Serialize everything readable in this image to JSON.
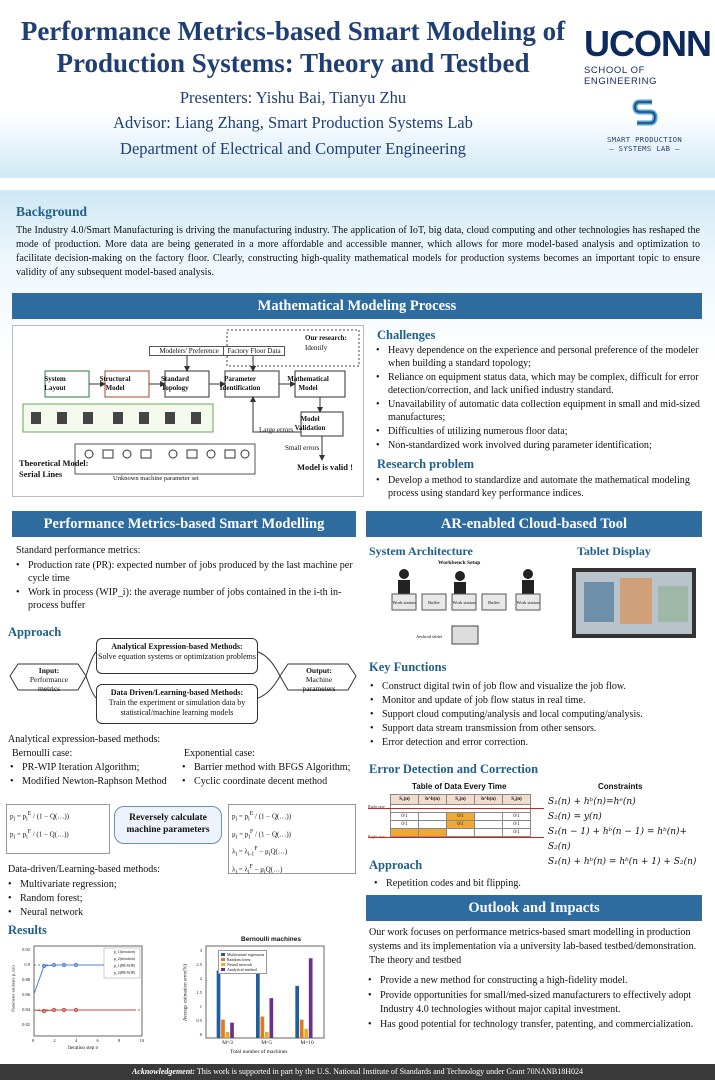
{
  "header": {
    "title_line1": "Performance Metrics-based Smart Modeling of",
    "title_line2": "Production Systems: Theory and Testbed",
    "presenters": "Presenters: Yishu Bai, Tianyu Zhu",
    "advisor": "Advisor: Liang Zhang, Smart Production Systems Lab",
    "department": "Department of Electrical and Computer Engineering",
    "uconn_logo": "UCONN",
    "uconn_sub": "SCHOOL OF ENGINEERING",
    "sps_logo_line1": "SMART PRODUCTION",
    "sps_logo_line2": "— SYSTEMS LAB —"
  },
  "background": {
    "heading": "Background",
    "text": "The Industry 4.0/Smart Manufacturing is driving the manufacturing industry. The application of IoT, big data, cloud computing and other technologies has reshaped the mode of production. More data are being generated in a more affordable and accessible manner, which allows for more model-based analysis and optimization to facilitate decision-making on the factory floor. Clearly, constructing high-quality mathematical models for production systems becomes an important topic to ensure validity of any subsequent model-based analysis."
  },
  "math_modeling": {
    "banner": "Mathematical Modeling Process",
    "diagram": {
      "system_layout": "System Layout",
      "structural_model": "Structural Model",
      "standard_topology": "Standard Topology",
      "parameter_identification": "Parameter Identification",
      "mathematical_model": "Mathematical Model",
      "model_validation": "Model Validation",
      "modelers_preference": "Modelers' Preference",
      "factory_floor_data": "Factory Floor Data",
      "our_research": "Our research:",
      "identify": "Identify",
      "large_errors": "Large errors",
      "small_errors": "Small errors",
      "model_valid": "Model is valid !",
      "theoretical_model": "Theoretical Model:",
      "serial_lines": "Serial Lines",
      "unknown_params": "Unknown machine parameter set"
    },
    "challenges_heading": "Challenges",
    "challenges": [
      "Heavy dependence on the experience and personal preference of the modeler when building a standard topology;",
      "Reliance on equipment status data, which may be complex, difficult for error detection/correction, and lack unified industry standard.",
      "Unavailability of automatic data collection equipment in small and mid-sized manufactures;",
      "Difficulties of utilizing numerous floor data;",
      "Non-standardized work involved during parameter identification;"
    ],
    "research_heading": "Research problem",
    "research": [
      "Develop a method to standardize and automate the mathematical modeling process using standard key performance indices."
    ]
  },
  "pm_modelling": {
    "banner": "Performance Metrics-based Smart Modelling",
    "intro": "Standard performance metrics:",
    "metrics": [
      "Production rate (PR): expected number of jobs produced by the last machine per cycle time",
      "Work in process (WIP_i): the average number of jobs contained in the i-th in-process buffer"
    ],
    "approach_heading": "Approach",
    "input_title": "Input:",
    "input_text": "Performance metrics",
    "output_title": "Output:",
    "output_text": "Machine parameters",
    "analytical_title": "Analytical Expression-based Methods:",
    "analytical_text": "Solve equation systems or optimization problems",
    "datadriven_title": "Data Driven/Learning-based Methods:",
    "datadriven_text": "Train the experiment or simulation data by statistical/machine learning models",
    "analytical_methods": "Analytical expression-based methods:",
    "bernoulli_case": "Bernoulli case:",
    "bernoulli_items": [
      "PR-WIP Iteration Algorithm;",
      "Modified Newton-Raphson Method"
    ],
    "exponential_case": "Exponential case:",
    "exponential_items": [
      "Barrier method with BFGS Algorithm;",
      "Cyclic coordinate decent method"
    ],
    "reversely": "Reversely calculate machine parameters",
    "datadriven_methods": "Data-driven/Learning-based methods:",
    "datadriven_items": [
      "Multivariate regression;",
      "Random forest;",
      "Neural network"
    ],
    "results_heading": "Results"
  },
  "results_line": {
    "ylabel": "Parameter estimate p_i(n)",
    "xlabel": "Iteration step n",
    "series": [
      "p_1(iteration)",
      "p_2(iteration)",
      "p_1(PR-WIP)",
      "p_2(PR-WIP)"
    ],
    "y_ticks": [
      "0.92",
      "0.9",
      "0.88",
      "0.86",
      "0.84",
      "0.82"
    ],
    "x_ticks": [
      "0",
      "2",
      "4",
      "6",
      "8",
      "10"
    ]
  },
  "results_bar": {
    "title": "Bernoulli machines",
    "ylabel": "Average estimation error(%)",
    "xlabel": "Total number of machines",
    "categories": [
      "M=3",
      "M=5",
      "M=10"
    ],
    "series": [
      {
        "name": "Multivariate regression",
        "color": "#1f5f9e",
        "values": [
          2.2,
          2.3,
          1.7
        ]
      },
      {
        "name": "Random forest",
        "color": "#e07b22",
        "values": [
          0.6,
          0.7,
          0.6
        ]
      },
      {
        "name": "Neural network",
        "color": "#e2b12a",
        "values": [
          0.2,
          0.2,
          0.3
        ]
      },
      {
        "name": "Analytical method",
        "color": "#6b2f8c",
        "values": [
          0.5,
          1.3,
          2.6
        ]
      }
    ],
    "y_ticks": [
      "0",
      "0.5",
      "1",
      "1.5",
      "2",
      "2.5",
      "3"
    ]
  },
  "ar_tool": {
    "banner": "AR-enabled Cloud-based Tool",
    "system_architecture": "System Architecture",
    "tablet_display": "Tablet Display",
    "workbench_setup": "Workbench Setup",
    "work_station": "Work station",
    "buffer": "Buffer",
    "android_tablet": "Android tablet",
    "key_functions_heading": "Key Functions",
    "key_functions": [
      "Construct digital twin of job flow and visualize the job flow.",
      "Monitor and update of job flow status in real time.",
      "Support cloud computing/analysis and local computing/analysis.",
      "Support data stream transmission from other sensors.",
      "Error detection and error correction."
    ],
    "edc_heading": "Error Detection and Correction",
    "table_title": "Table of Data Every Time",
    "constraints_title": "Constraints",
    "table_headers": [
      "S₁(n)",
      "h^b(n)",
      "S₂(n)",
      "h^b(n)",
      "S₂(n)"
    ],
    "right_case": "Right case",
    "table_rows": [
      [
        "0/1",
        "",
        "0/1",
        "",
        "0/1"
      ],
      [
        "0/1",
        "",
        "0/1",
        "",
        "0/1"
      ],
      [
        "",
        "",
        "",
        "",
        "0/1"
      ]
    ],
    "constraints": [
      "S₁(n) + hᵇ(n)=hᵉ(n)",
      "S₂(n) = y(n)",
      "S₁(n − 1) + hᵇ(n − 1) = hᵇ(n)+ S₂(n)",
      "S₁(n) + hᵇ(n) = hᵇ(n + 1) + S₂(n)"
    ],
    "approach_heading": "Approach",
    "approach": [
      "Repetition codes and bit flipping."
    ]
  },
  "outlook": {
    "banner": "Outlook and Impacts",
    "intro": "Our work focuses on performance metrics-based smart modelling in production systems and its implementation via a university lab-based testbed/demonstration. The theory and testbed",
    "items": [
      "Provide a new method for constructing a high-fidelity model.",
      "Provide opportunities for small/med-sized manufacturers to effectively adopt Industry 4.0 technologies without major capital investment.",
      "Has good potential for technology transfer, patenting, and commercialization."
    ]
  },
  "acknowledgement": {
    "label": "Acknowledgement:",
    "text": "This work is supported in part by the U.S. National Institute of Standards and Technology under Grant 70NANB18H024"
  }
}
